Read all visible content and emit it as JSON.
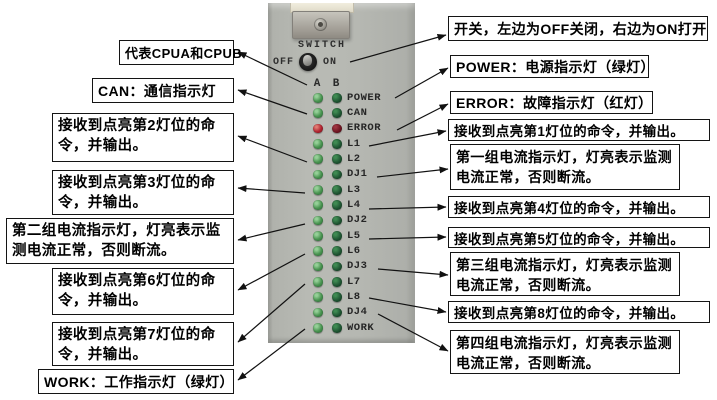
{
  "panel": {
    "switch_label": "SWITCH",
    "off_label": "OFF",
    "on_label": "ON",
    "column_headers": [
      "A",
      "B"
    ],
    "leds": [
      {
        "label": "POWER",
        "color": "green"
      },
      {
        "label": "CAN",
        "color": "green"
      },
      {
        "label": "ERROR",
        "color": "red"
      },
      {
        "label": "L1",
        "color": "green"
      },
      {
        "label": "L2",
        "color": "green"
      },
      {
        "label": "DJ1",
        "color": "green"
      },
      {
        "label": "L3",
        "color": "green"
      },
      {
        "label": "L4",
        "color": "green"
      },
      {
        "label": "DJ2",
        "color": "green"
      },
      {
        "label": "L5",
        "color": "green"
      },
      {
        "label": "L6",
        "color": "green"
      },
      {
        "label": "DJ3",
        "color": "green"
      },
      {
        "label": "L7",
        "color": "green"
      },
      {
        "label": "L8",
        "color": "green"
      },
      {
        "label": "DJ4",
        "color": "green"
      },
      {
        "label": "WORK",
        "color": "green"
      }
    ]
  },
  "left_callouts": [
    {
      "text": "代表CPUA和CPUB"
    },
    {
      "text": "CAN：通信指示灯"
    },
    {
      "text": "接收到点亮第2灯位的命令，并输出。"
    },
    {
      "text": "接收到点亮第3灯位的命令，并输出。"
    },
    {
      "text": "第二组电流指示灯，灯亮表示监测电流正常，否则断流。"
    },
    {
      "text": "接收到点亮第6灯位的命令，并输出。"
    },
    {
      "text": "接收到点亮第7灯位的命令，并输出。"
    },
    {
      "text": "WORK：工作指示灯（绿灯）"
    }
  ],
  "right_callouts": [
    {
      "text": "开关，左边为OFF关闭，右边为ON打开"
    },
    {
      "text": "POWER：电源指示灯（绿灯）"
    },
    {
      "text": "ERROR：故障指示灯（红灯）"
    },
    {
      "text": "接收到点亮第1灯位的命令，并输出。"
    },
    {
      "text": "第一组电流指示灯，灯亮表示监测电流正常，否则断流。"
    },
    {
      "text": "接收到点亮第4灯位的命令，并输出。"
    },
    {
      "text": "接收到点亮第5灯位的命令，并输出。"
    },
    {
      "text": "第三组电流指示灯，灯亮表示监测电流正常，否则断流。"
    },
    {
      "text": "接收到点亮第8灯位的命令，并输出。"
    },
    {
      "text": "第四组电流指示灯，灯亮表示监测电流正常，否则断流。"
    }
  ],
  "colors": {
    "panel_gray": "#b6b8b2",
    "led_green_bright": "#47934f",
    "led_green_dark": "#1d5230",
    "led_red_bright": "#b02430",
    "led_red_dark": "#6b1420",
    "arrow": "#111111"
  }
}
